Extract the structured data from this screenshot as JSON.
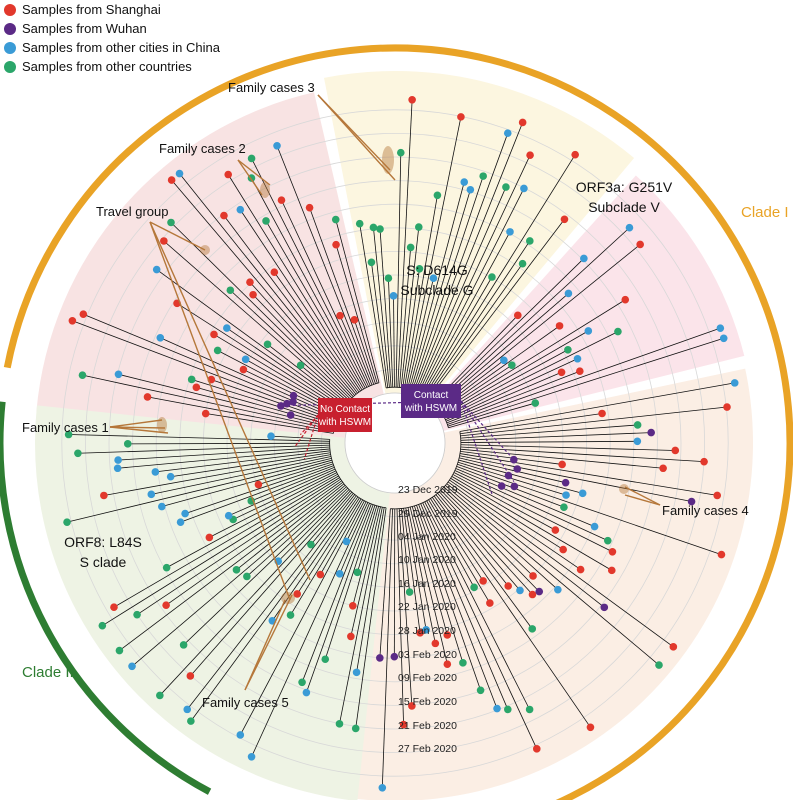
{
  "colors": {
    "shanghai": "#e2382c",
    "wuhan": "#5b2a86",
    "china_other": "#3a9bd6",
    "other_countries": "#2ba66a",
    "clade1": "#e9a326",
    "clade2": "#2e7d32",
    "no_contact": "#c8202f",
    "contact": "#5b2a86",
    "annotation": "#b5773a"
  },
  "legend": [
    {
      "label": "Samples from Shanghai",
      "color_key": "shanghai"
    },
    {
      "label": "Samples from Wuhan",
      "color_key": "wuhan"
    },
    {
      "label": "Samples from other cities in China",
      "color_key": "china_other"
    },
    {
      "label": "Samples from other countries",
      "color_key": "other_countries"
    }
  ],
  "clades": {
    "clade1": "Clade I",
    "clade2": "Clade II"
  },
  "subclades": {
    "g_line1": "S: D614G",
    "g_line2": "Subclade G",
    "v_line1": "ORF3a: G251V",
    "v_line2": "Subclade V",
    "s_line1": "ORF8: L84S",
    "s_line2": "S clade"
  },
  "boxes": {
    "no_contact_line1": "No Contact",
    "no_contact_line2": "with HSWM",
    "contact_line1": "Contact",
    "contact_line2": "with HSWM"
  },
  "annotations": {
    "family1": "Family cases 1",
    "family2": "Family cases 2",
    "family3": "Family cases 3",
    "family4": "Family cases 4",
    "family5": "Family cases 5",
    "travel": "Travel group"
  },
  "time_axis": [
    "23 Dec 2019",
    "29 Dec 2019",
    "04 Jan 2020",
    "10 Jan 2020",
    "16 Jan 2020",
    "22 Jan 2020",
    "28 Jan 2020",
    "03 Feb 2020",
    "09 Feb 2020",
    "15 Feb 2020",
    "21 Feb 2020",
    "27 Feb 2020"
  ]
}
